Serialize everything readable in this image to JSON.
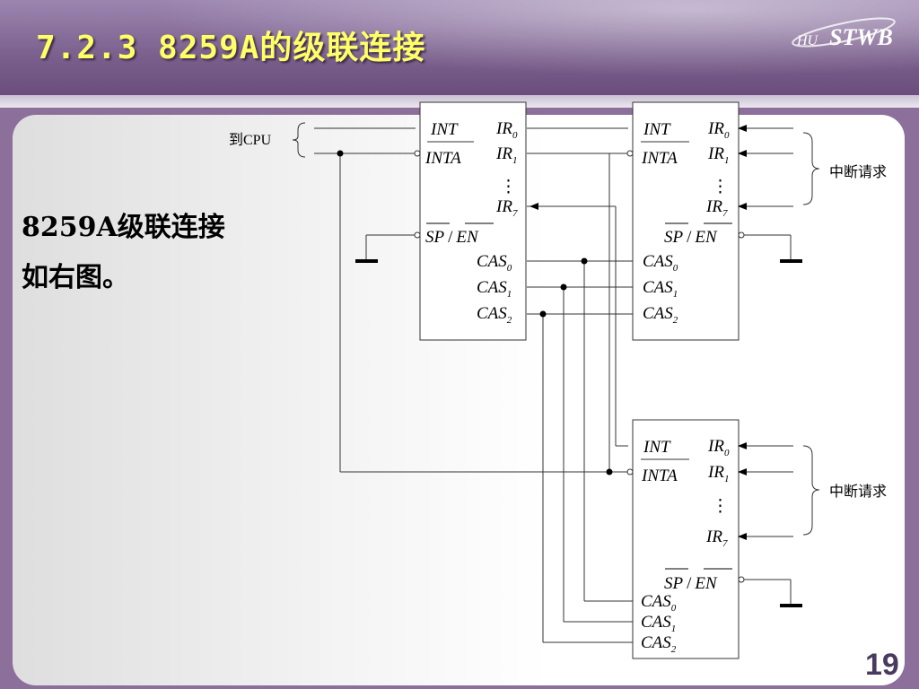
{
  "header": {
    "title": "7.2.3  8259A的级联连接",
    "logo_text": "HU STWB"
  },
  "body": {
    "line1": "8259A级联连接",
    "line2": "如右图。"
  },
  "page_number": "19",
  "diagram": {
    "to_cpu_label": "到CPU",
    "irq_label": "中断请求",
    "pins": {
      "int": "INT",
      "inta": "INTA",
      "ir": "IR",
      "sp": "SP",
      "en": "EN",
      "slash": "/",
      "cas": "CAS",
      "dots": "⋮",
      "sub0": "0",
      "sub1": "1",
      "sub2": "2",
      "sub7": "7"
    }
  },
  "colors": {
    "title": "#ffff66",
    "header": "#7a5f8c",
    "line": "#333333"
  }
}
